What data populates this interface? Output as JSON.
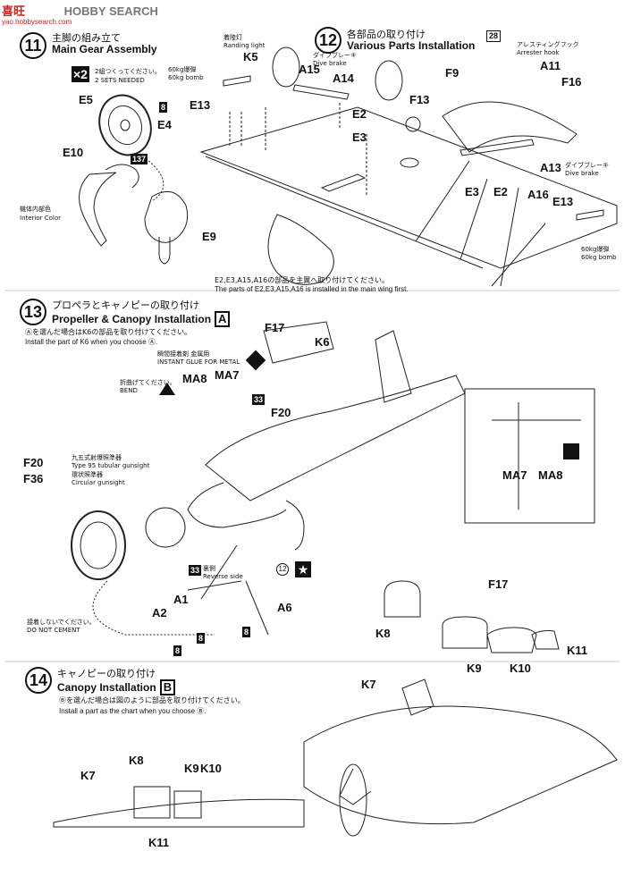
{
  "watermark": {
    "brand": "HOBBY SEARCH",
    "prefix": "喜旺",
    "url": "yao.hobbysearch.com"
  },
  "step11": {
    "num": "11",
    "jp": "主脚の組み立て",
    "en": "Main Gear Assembly",
    "qty": "×2",
    "qty_jp": "2組つくってください。",
    "qty_en": "2 SETS NEEDED",
    "labels": {
      "e5": "E5",
      "e4": "E4",
      "e10": "E10",
      "e9": "E9"
    },
    "tag8": "8",
    "tag137": "137",
    "interior_jp": "機体内部色",
    "interior_en": "Interior Color"
  },
  "step12": {
    "num": "12",
    "jp": "各部品の取り付け",
    "en": "Various Parts Installation",
    "labels": {
      "k5": "K5",
      "a15": "A15",
      "a14": "A14",
      "e13": "E13",
      "e2": "E2",
      "e3": "E3",
      "f13": "F13",
      "f9": "F9",
      "a11": "A11",
      "f16": "F16",
      "a13": "A13",
      "e3b": "E3",
      "e2b": "E2",
      "a16": "A16",
      "e13b": "E13"
    },
    "landing_jp": "着陸灯",
    "landing_en": "Randing light",
    "bomb_jp": "60kg爆弾",
    "bomb_en": "60kg bomb",
    "divebrake_jp": "ダイブブレーキ",
    "divebrake_en": "Dive brake",
    "hook_jp": "アレスティングフック",
    "hook_en": "Arrester hook",
    "tag28": "28",
    "divebrake2_jp": "ダイブブレーキ",
    "divebrake2_en": "Dive brake",
    "bomb2_jp": "60kg爆弾",
    "bomb2_en": "60kg bomb",
    "note_jp": "E2,E3,A15,A16の部品を主翼へ取り付けてください。",
    "note_en": "The parts of E2,E3,A15,A16 is installed in the main wing first."
  },
  "step13": {
    "num": "13",
    "jp": "プロペラとキャノピーの取り付け",
    "en": "Propeller & Canopy Installation",
    "choice": "A",
    "instr_jp": "Ⓐを選んだ場合はK6の部品を取り付けてください。",
    "instr_en": "Install the part of K6 when you choose Ⓐ.",
    "glue_jp": "瞬間接着剤 金属用",
    "glue_en": "INSTANT GLUE FOR METAL",
    "bend_jp": "折曲げてください。",
    "bend_en": "BEND",
    "labels": {
      "f17": "F17",
      "k6": "K6",
      "ma8": "MA8",
      "ma7": "MA7",
      "f20": "F20",
      "f20b": "F20",
      "f36": "F36",
      "a1": "A1",
      "a2": "A2",
      "a6": "A6",
      "ma7b": "MA7",
      "ma8b": "MA8"
    },
    "tag33": "33",
    "gunsight1_jp": "九五式射爆照準器",
    "gunsight1_en": "Type 95 tubular gunsight",
    "gunsight2_jp": "環状照準器",
    "gunsight2_en": "Circular gunsight",
    "reverse_jp": "裏側",
    "reverse_en": "Reverse side",
    "tag33b": "33",
    "tag12": "12",
    "nocement_jp": "接着しないでください。",
    "nocement_en": "DO NOT CEMENT",
    "tag8a": "8",
    "tag8b": "8",
    "tag8c": "8"
  },
  "step14": {
    "num": "14",
    "jp": "キャノピーの取り付け",
    "en": "Canopy Installation",
    "choice": "B",
    "instr_jp": "Ⓑを選んだ場合は図のように部品を取り付けてください。",
    "instr_en": "Install a part as the chart when you choose Ⓑ.",
    "labels": {
      "k7": "K7",
      "k8": "K8",
      "k9": "K9",
      "k10": "K10",
      "k11": "K11",
      "f17": "F17",
      "k8b": "K8",
      "k9b": "K9",
      "k10b": "K10",
      "k11b": "K11",
      "k7b": "K7"
    }
  }
}
